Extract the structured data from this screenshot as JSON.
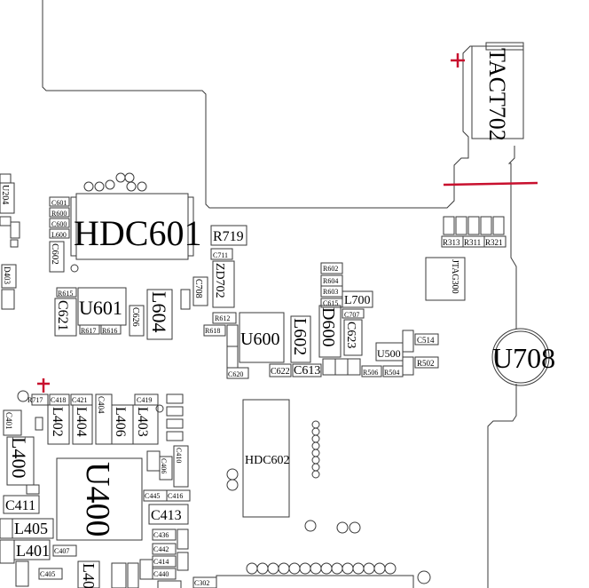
{
  "colors": {
    "outline": "#3a3a3a",
    "marker": "#c8102e",
    "background": "#ffffff"
  },
  "labels": {
    "hdc601": "HDC601",
    "hdc602": "HDC602",
    "u708": "U708",
    "u400": "U400",
    "u600": "U600",
    "u601": "U601",
    "u500": "U500",
    "tact702": "TACT702",
    "jtag300": "JTAG300",
    "r719": "R719",
    "l604": "L604",
    "l602": "L602",
    "d600": "D600",
    "zd702": "ZD702",
    "l700": "L700",
    "c621": "C621",
    "c623": "C623",
    "c613": "C613",
    "c622": "C622",
    "c626": "C626",
    "c708": "C708",
    "c711": "C711",
    "c601": "C601",
    "r600": "R600",
    "c600": "C600",
    "l600": "L600",
    "c602": "C602",
    "r615": "R615",
    "r617": "R617",
    "r616": "R616",
    "r612": "R612",
    "r618": "R618",
    "r602": "R602",
    "r604": "R604",
    "r603": "R603",
    "c615": "C615",
    "c707": "C707",
    "c514": "C514",
    "r502": "R502",
    "r506": "R506",
    "r504": "R504",
    "c620": "C620",
    "r313": "R313",
    "r311": "R311",
    "r321": "R321",
    "l402": "L402",
    "l404": "L404",
    "l406": "L406",
    "l403": "L403",
    "l400": "L400",
    "l405": "L405",
    "l401": "L401",
    "c411": "C411",
    "c413": "C413",
    "c418": "C418",
    "c421": "C421",
    "c419": "C419",
    "c401": "C401",
    "c404": "C404",
    "c445": "C445",
    "c416": "C416",
    "c436": "C436",
    "c442": "C442",
    "c414": "C414",
    "c440": "C440",
    "c407": "C407",
    "c405": "C405",
    "c302": "C302",
    "r717": "R717",
    "u204": "U204",
    "d403": "D403",
    "l40x": "L40",
    "c406": "C406",
    "c410": "C410"
  }
}
